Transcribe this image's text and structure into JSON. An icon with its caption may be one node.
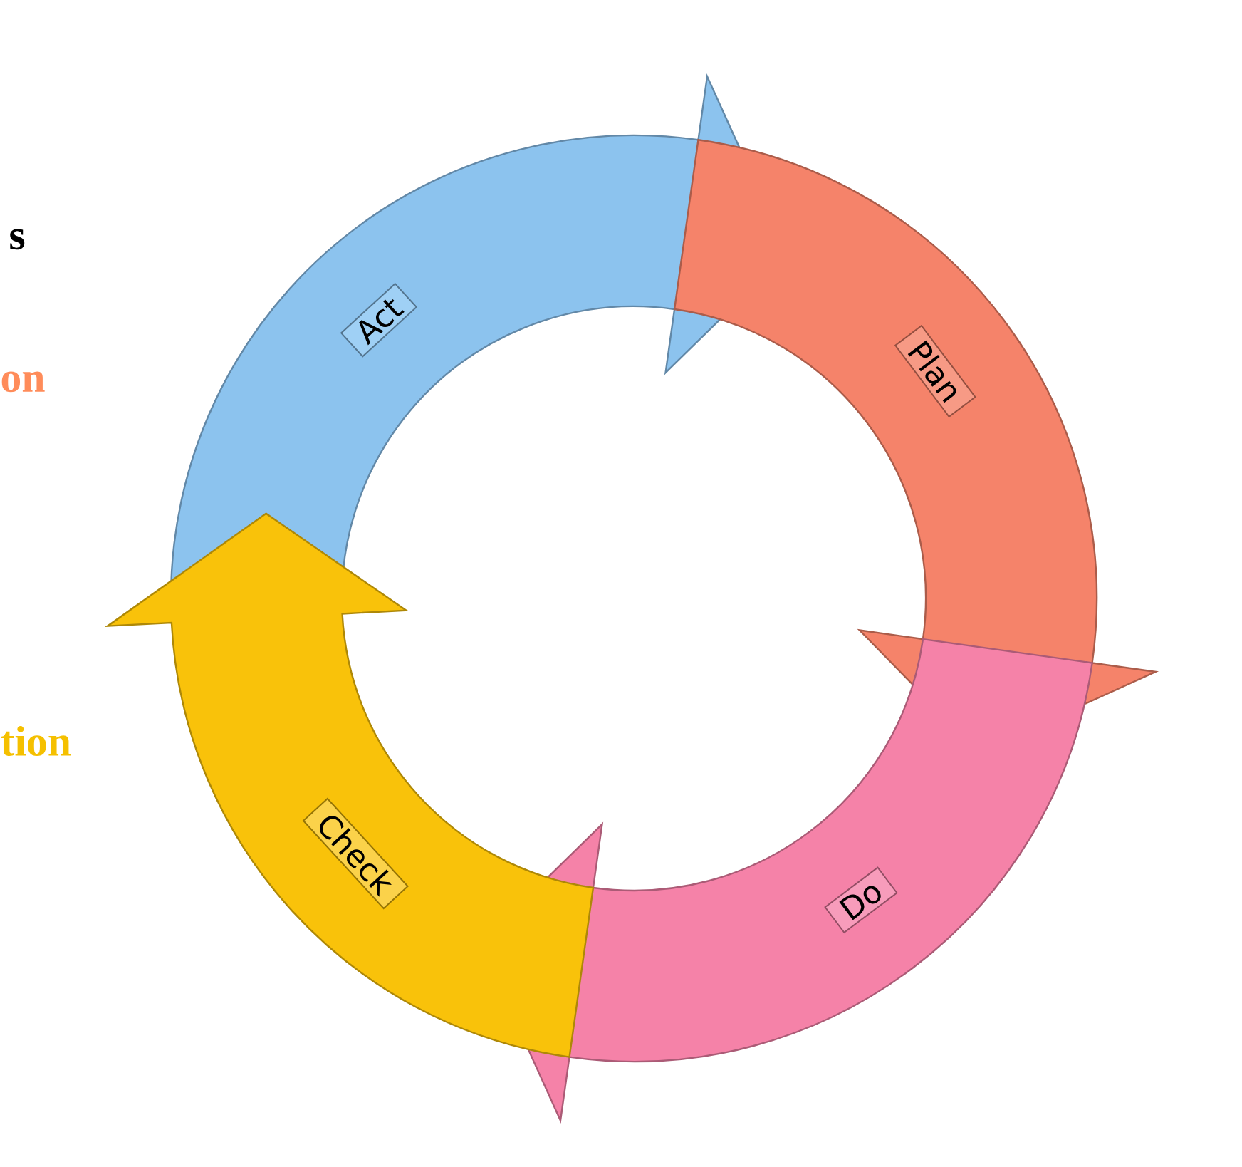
{
  "diagram": {
    "nodes": [
      {
        "text": [
          "Act"
        ]
      },
      {
        "text": [
          "Plan"
        ]
      },
      {
        "text": [
          "Do"
        ]
      },
      {
        "text": [
          "Check"
        ]
      }
    ],
    "labels": [
      "s",
      "on",
      "tion"
    ]
  }
}
